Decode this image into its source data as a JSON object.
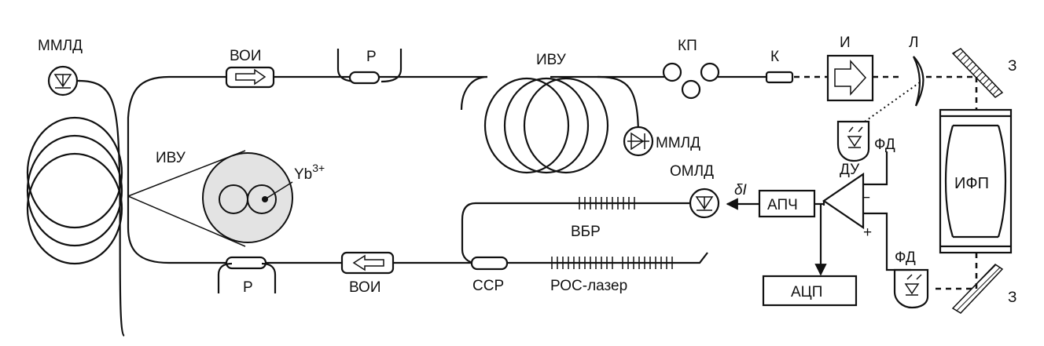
{
  "labels": {
    "mmld_left": "ММЛД",
    "mmld_right": "ММЛД",
    "voi_top": "ВОИ",
    "voi_bottom": "ВОИ",
    "r_top": "Р",
    "r_bottom": "Р",
    "ivu_top": "ИВУ",
    "ivu_left": "ИВУ",
    "kp": "КП",
    "k": "К",
    "i": "И",
    "l": "Л",
    "z_top": "З",
    "z_bottom": "З",
    "fd_top": "ФД",
    "fd_bottom": "ФД",
    "ifp": "ИФП",
    "du": "ДУ",
    "du_minus": "−",
    "du_plus": "+",
    "omld": "ОМЛД",
    "delta_i": "δI",
    "apch": "АПЧ",
    "acp": "АЦП",
    "vbr": "ВБР",
    "ssr": "ССР",
    "ros_laser": "РОС-лазер",
    "yb_base": "Yb",
    "yb_sup": "3+"
  }
}
